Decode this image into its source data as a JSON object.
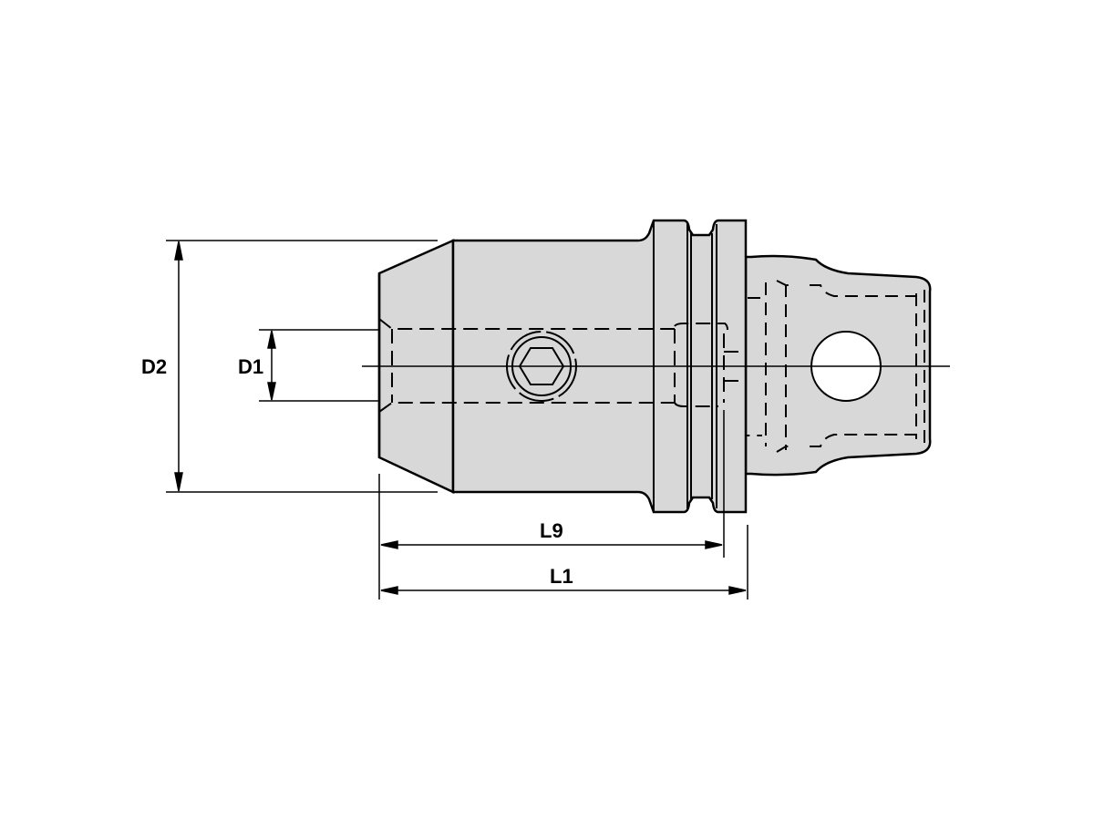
{
  "drawing": {
    "type": "technical drawing",
    "subject": "tool holder adapter (side view)",
    "colors": {
      "background": "#ffffff",
      "body_fill": "#d8d8d8",
      "line": "#000000",
      "bore_hole": "#ffffff"
    },
    "dimensions": {
      "d2": "D2",
      "d1": "D1",
      "l9": "L9",
      "l1": "L1"
    },
    "features": [
      "chamfered-nose",
      "cylindrical-body",
      "hex-socket-set-screw",
      "twin-flange-groove",
      "tapered-shank",
      "cross-hole",
      "hidden-bore-lines",
      "centerline"
    ]
  }
}
